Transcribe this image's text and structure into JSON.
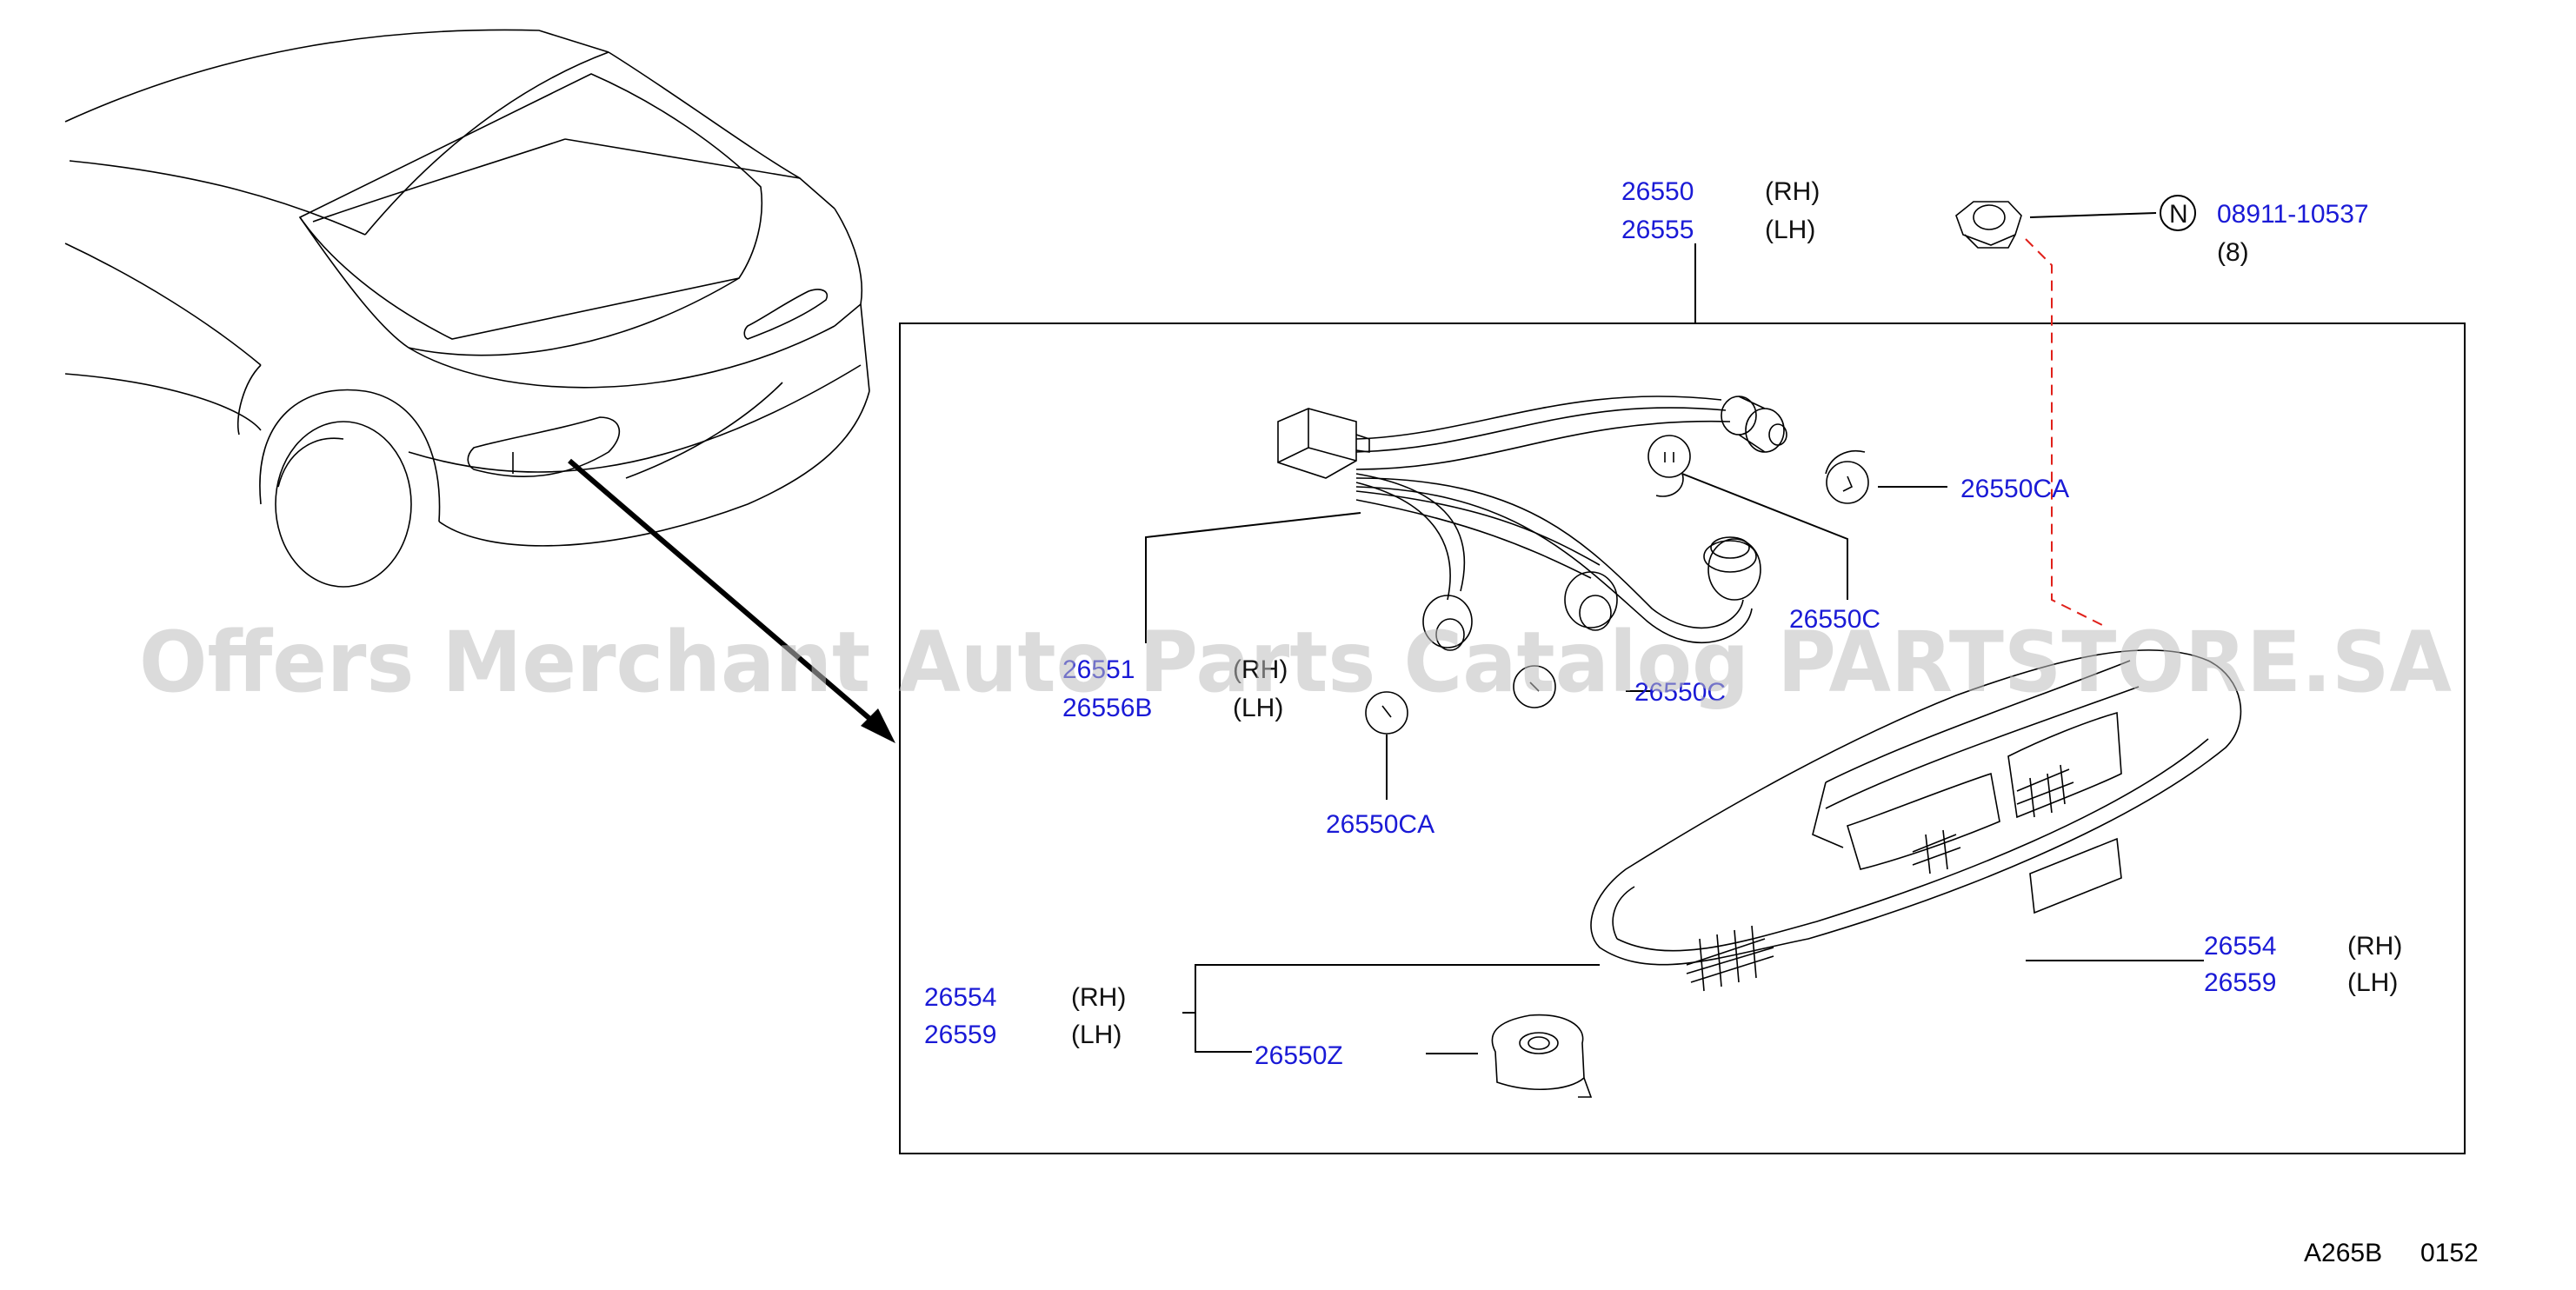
{
  "callouts": {
    "harness_rh": "26550",
    "harness_lh": "26555",
    "rh": "(RH)",
    "lh": "(LH)",
    "nut_symbol": "N",
    "nut_part": "08911-10537",
    "nut_qty": "(8)",
    "bulb_ca_upper": "26550CA",
    "socket_c_right": "26550C",
    "socket_left_rh": "26551",
    "socket_left_lh": "26556B",
    "socket_c_mid": "26550C",
    "bulb_ca_lower": "26550CA",
    "lens_rh": "26554",
    "lens_lh": "26559",
    "lens2_rh": "26554",
    "lens2_lh": "26559",
    "seal": "26550Z"
  },
  "watermark": "Offers Merchant Auto Parts Catalog PARTSTORE.SA",
  "diagram_ref": "A265B",
  "diagram_seq": "0152"
}
